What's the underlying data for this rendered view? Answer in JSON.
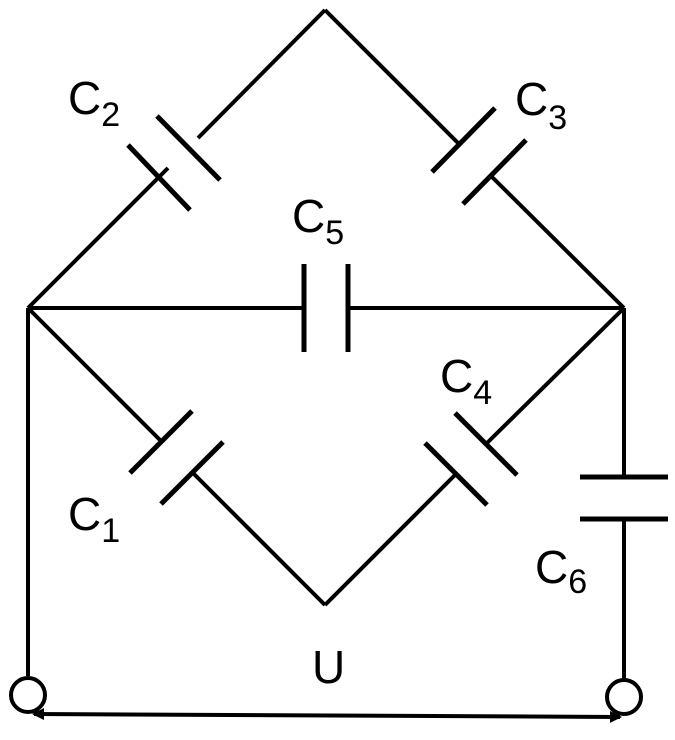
{
  "capacitors": [
    {
      "id": "c1",
      "letter": "C",
      "index": "1"
    },
    {
      "id": "c2",
      "letter": "C",
      "index": "2"
    },
    {
      "id": "c3",
      "letter": "C",
      "index": "3"
    },
    {
      "id": "c4",
      "letter": "C",
      "index": "4"
    },
    {
      "id": "c5",
      "letter": "C",
      "index": "5"
    },
    {
      "id": "c6",
      "letter": "C",
      "index": "6"
    }
  ],
  "voltage": {
    "label": "U"
  }
}
